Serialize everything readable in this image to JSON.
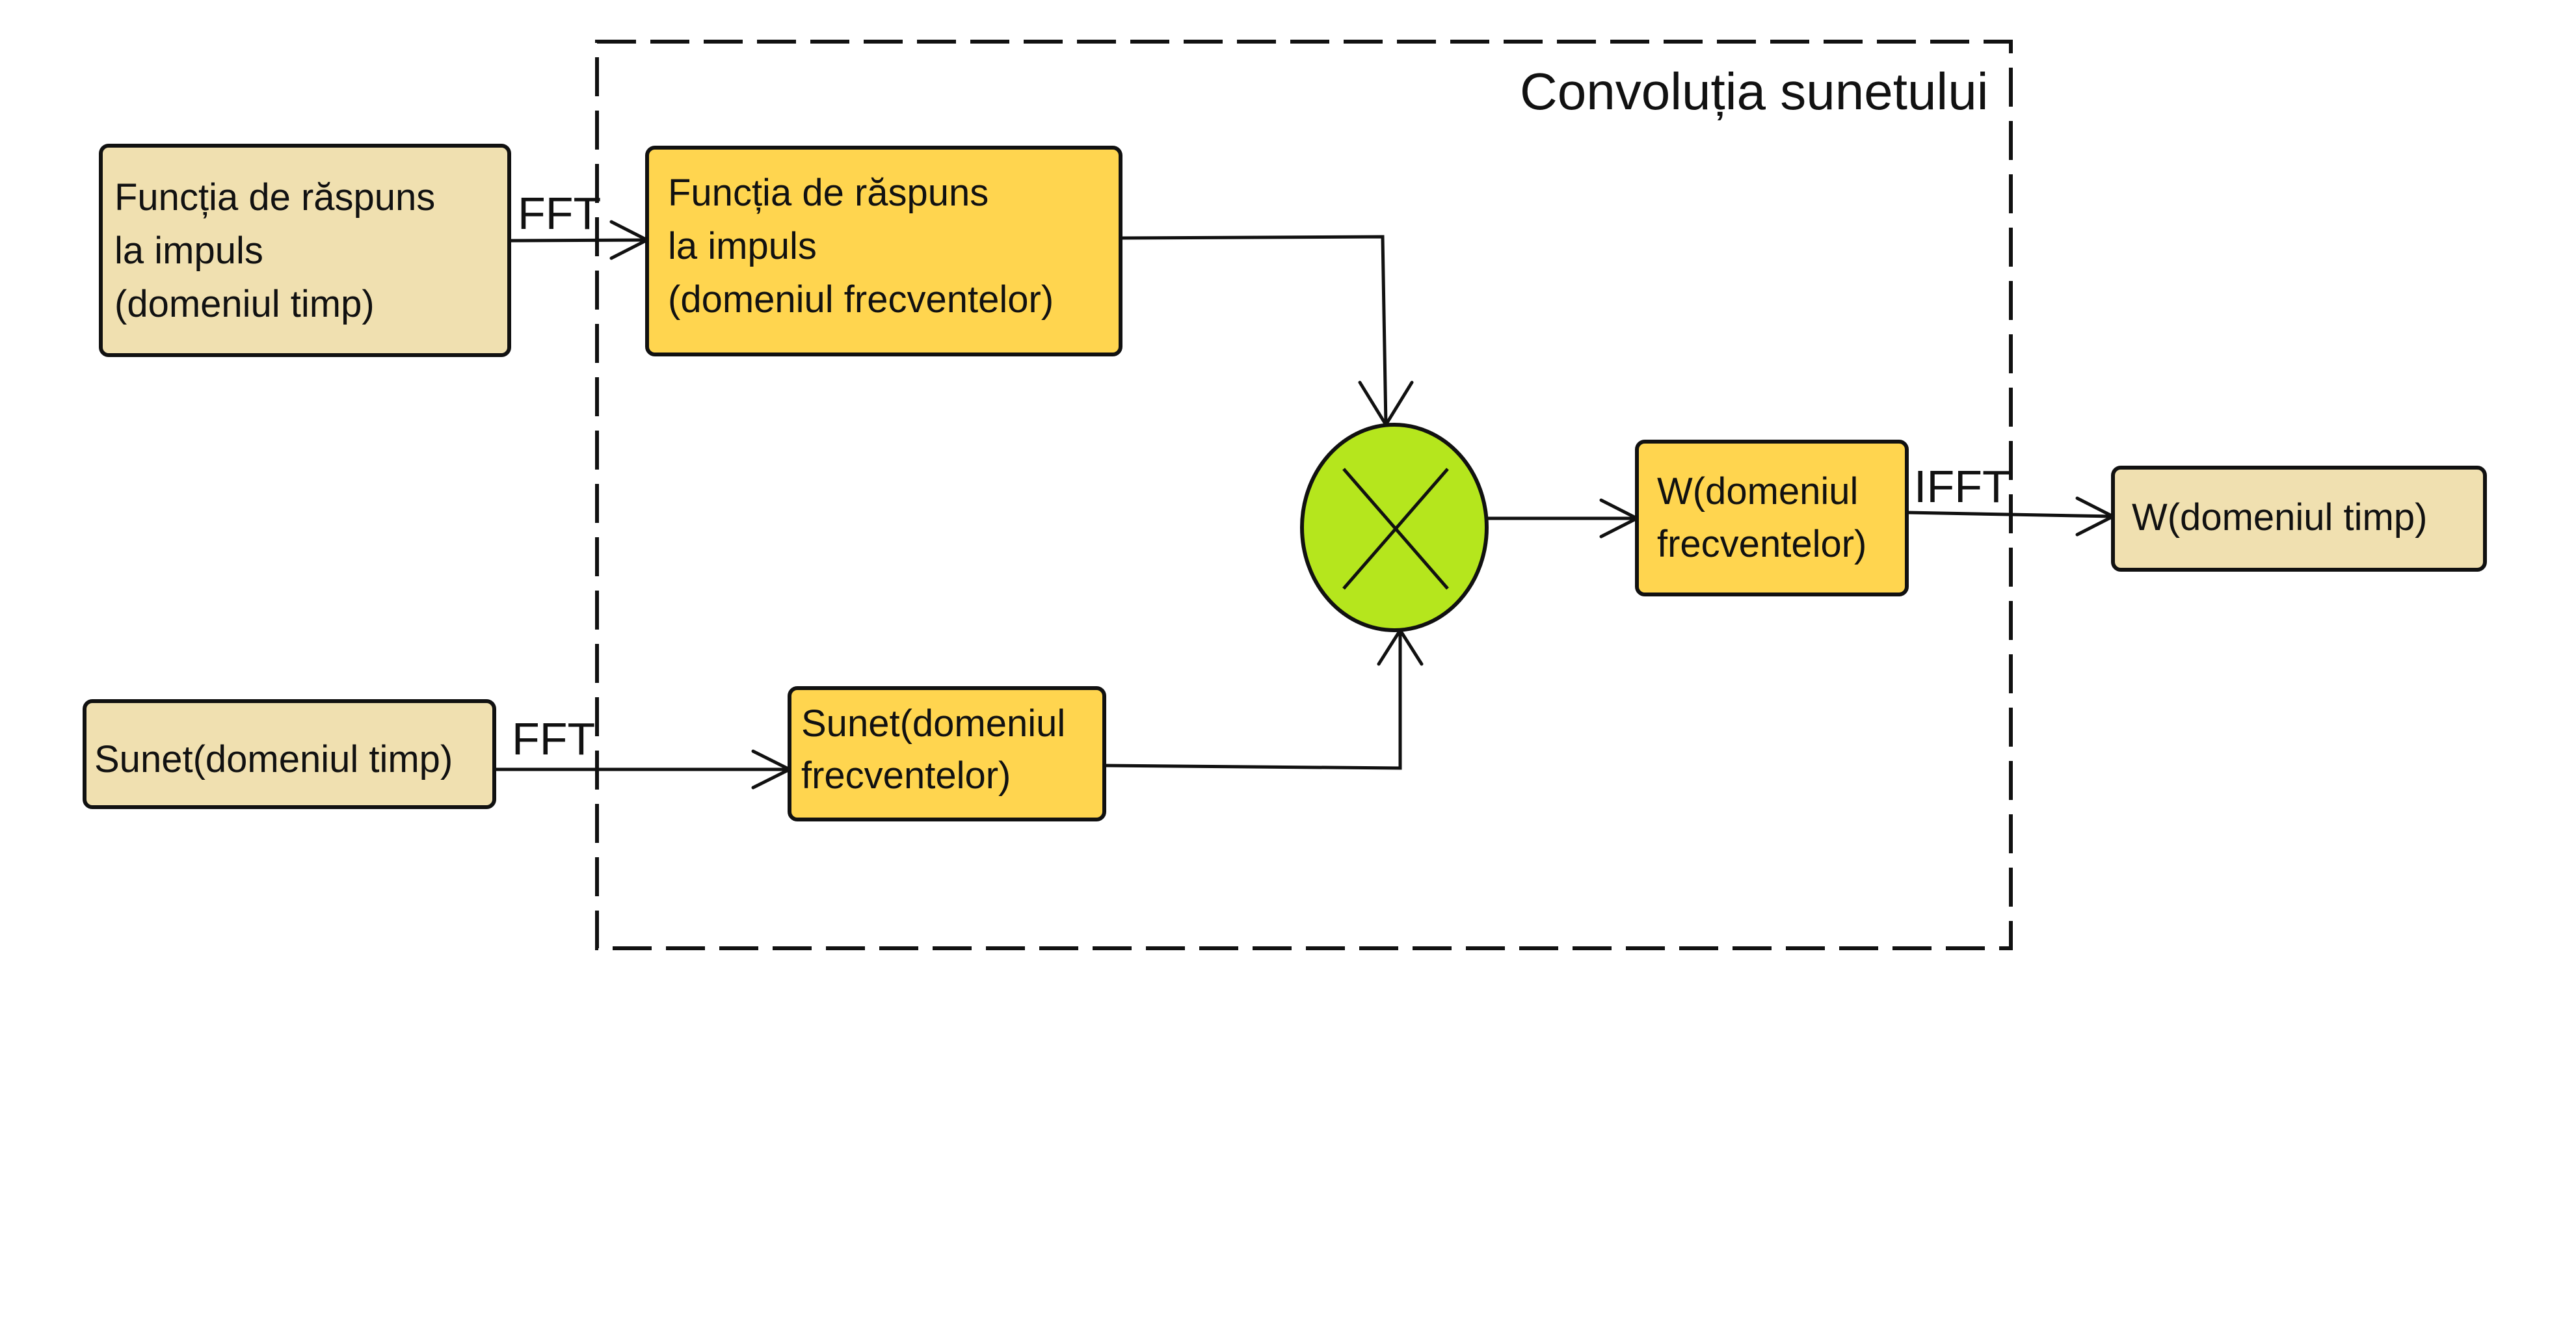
{
  "diagram": {
    "group_title": "Convoluția sunetului",
    "nodes": {
      "impulse_time": [
        "Funcția de răspuns",
        "la impuls",
        "(domeniul timp)"
      ],
      "impulse_freq": [
        "Funcția de răspuns",
        "la impuls",
        "(domeniul frecventelor)"
      ],
      "sound_time": [
        "Sunet(domeniul timp)"
      ],
      "sound_freq": [
        "Sunet(domeniul",
        " frecventelor)"
      ],
      "multiply": "×",
      "w_freq": [
        "W(domeniul",
        "frecventelor)"
      ],
      "w_time": [
        "W(domeniul timp)"
      ]
    },
    "edge_labels": {
      "fft_top": "FFT",
      "fft_bottom": "FFT",
      "ifft": "IFFT"
    },
    "colors": {
      "input_box_fill": "#f0e0b0",
      "freq_box_fill": "#ffd54f",
      "multiply_fill": "#b5e61d",
      "border": "#111111"
    }
  }
}
